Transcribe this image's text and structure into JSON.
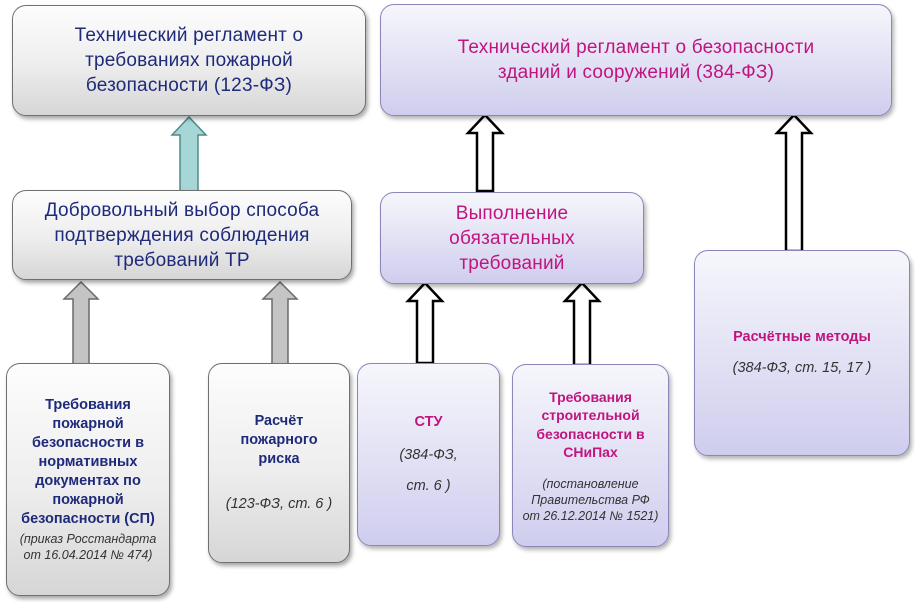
{
  "top_left": {
    "title": "Технический регламент о требованиях пожарной безопасности (123-ФЗ)"
  },
  "top_right": {
    "title": "Технический регламент о безопасности зданий и сооружений (384-ФЗ)"
  },
  "middle_left": {
    "title": "Добровольный выбор способа подтверждения соблюдения требований ТР"
  },
  "middle_center": {
    "title": "Выполнение обязательных требований"
  },
  "calc_methods": {
    "title": "Расчётные методы",
    "ref": "(384-ФЗ, ст. 15, 17 )"
  },
  "sp_requirements": {
    "title": "Требования пожарной безопасности в нормативных документах по пожарной безопасности (СП)",
    "ref": "(приказ Росстандарта от 16.04.2014 № 474)"
  },
  "fire_risk": {
    "title": "Расчёт пожарного риска",
    "ref": "(123-ФЗ, ст. 6 )"
  },
  "stu": {
    "title": "СТУ",
    "ref_line1": "(384-ФЗ,",
    "ref_line2": "ст. 6 )"
  },
  "snip": {
    "title": "Требования строительной безопасности в СНиПах",
    "ref": "(постановление Правительства РФ от 26.12.2014 № 1521)"
  },
  "colors": {
    "navy_text": "#1e2a7a",
    "magenta_text": "#c0147e",
    "teal_arrow": "#a6d6d6",
    "gray_arrow": "#c4c4c4"
  }
}
